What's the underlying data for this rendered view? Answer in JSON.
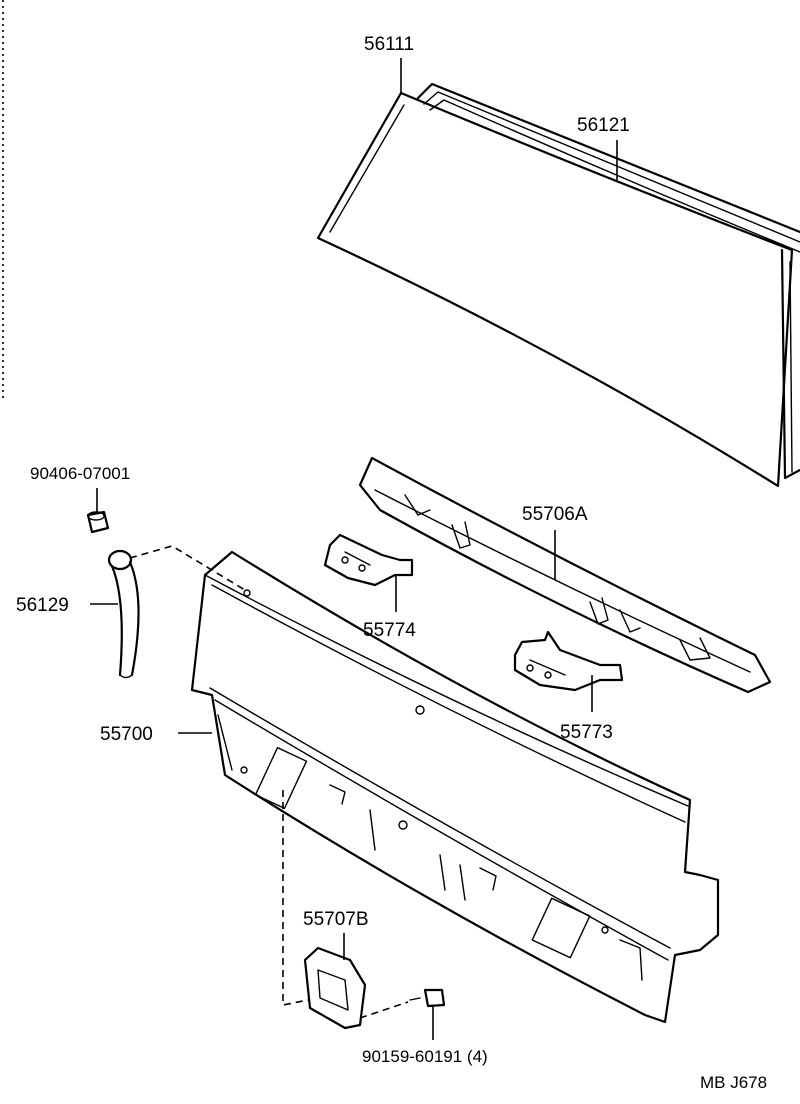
{
  "labels": {
    "p56111": "56111",
    "p56121": "56121",
    "p90406": "90406-07001",
    "p55706a": "55706A",
    "p56129": "56129",
    "p55774": "55774",
    "p55773": "55773",
    "p55700": "55700",
    "p55707b": "55707B",
    "p90159": "90159-60191 (4)",
    "code": "MB  J678"
  }
}
